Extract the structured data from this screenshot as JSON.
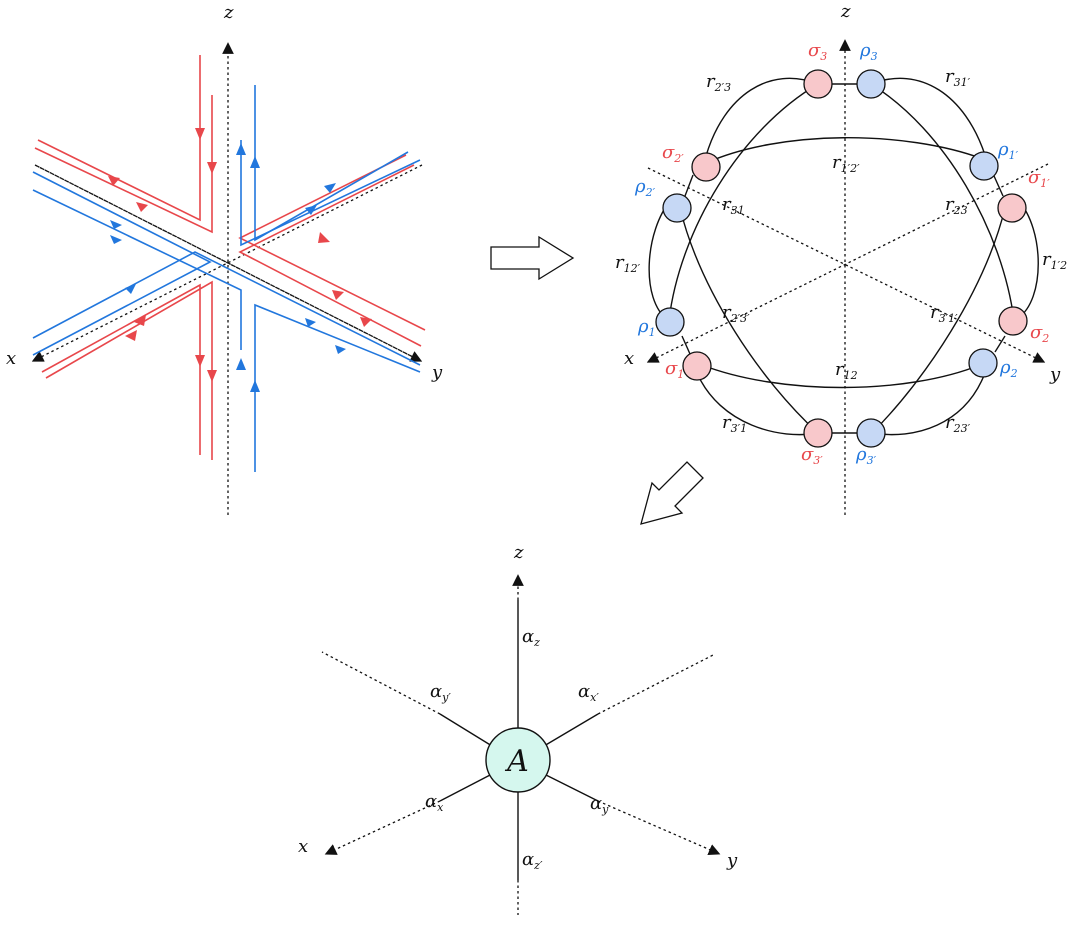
{
  "axes": {
    "x": "x",
    "y": "y",
    "z": "z"
  },
  "colors": {
    "red": "#e8474b",
    "blue": "#2277dd",
    "sigma_fill": "#f8c8cb",
    "rho_fill": "#c6d8f5",
    "tensor_fill": "#d5f7ee"
  },
  "middle": {
    "sigma": {
      "s1": "σ",
      "s1sub": "1",
      "s2": "σ",
      "s2sub": "2",
      "s3": "σ",
      "s3sub": "3",
      "s1p": "σ",
      "s1psub": "1′",
      "s2p": "σ",
      "s2psub": "2′",
      "s3p": "σ",
      "s3psub": "3′"
    },
    "rho": {
      "r1": "ρ",
      "r1sub": "1",
      "r2": "ρ",
      "r2sub": "2",
      "r3": "ρ",
      "r3sub": "3",
      "r1p": "ρ",
      "r1psub": "1′",
      "r2p": "ρ",
      "r2psub": "2′",
      "r3p": "ρ",
      "r3psub": "3′"
    },
    "edges": {
      "r23p3": "r",
      "r23p3sub": "2′3",
      "r31p": "r",
      "r31psub": "31′",
      "r1p2p": "r",
      "r1p2psub": "1′2′",
      "r31": "r",
      "r31sub": "31",
      "r23": "r",
      "r23sub": "23",
      "r12p": "r",
      "r12psub": "12′",
      "r1p2": "r",
      "r1p2sub": "1′2",
      "r2p3p": "r",
      "r2p3psub": "2′3′",
      "r3p1p": "r",
      "r3p1psub": "3′1′",
      "r12": "r",
      "r12sub": "12",
      "r3p1": "r",
      "r3p1sub": "3′1",
      "r23pp": "r",
      "r23ppsub": "23′"
    }
  },
  "bottom": {
    "tensor": "A",
    "legs": {
      "z": "α",
      "zsub": "z",
      "zp": "α",
      "zpsub": "z′",
      "x": "α",
      "xsub": "x",
      "xp": "α",
      "xpsub": "x′",
      "y": "α",
      "ysub": "y",
      "yp": "α",
      "ypsub": "y′"
    }
  }
}
